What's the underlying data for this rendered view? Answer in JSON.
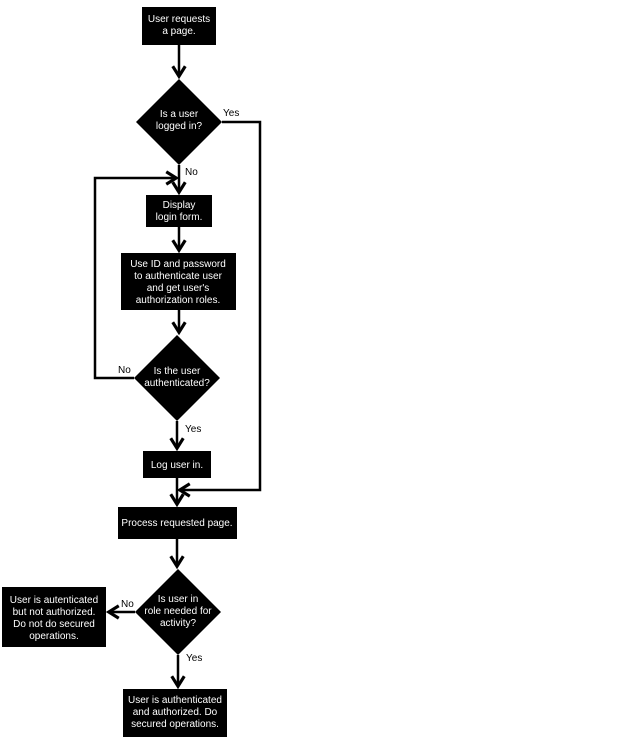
{
  "nodes": {
    "request_page": "User requests\na page.",
    "logged_in_q": "Is a user\nlogged in?",
    "display_login": "Display\nlogin form.",
    "authenticate": "Use ID and password\nto authenticate user\nand get user's\nauthorization roles.",
    "authenticated_q": "Is the user\nauthenticated?",
    "log_in": "Log user in.",
    "process_page": "Process requested page.",
    "role_q": "Is user in\nrole needed for\nactivity?",
    "not_authorized": "User is autenticated\nbut not authorized.\nDo not do secured\noperations.",
    "authorized": "User is authenticated\nand authorized. Do\nsecured operations."
  },
  "edge_labels": {
    "logged_in_yes": "Yes",
    "logged_in_no": "No",
    "authenticated_no": "No",
    "authenticated_yes": "Yes",
    "role_no": "No",
    "role_yes": "Yes"
  },
  "colors": {
    "shape_fill": "#000000",
    "text": "#ffffff",
    "line": "#000000",
    "background": "#ffffff"
  }
}
